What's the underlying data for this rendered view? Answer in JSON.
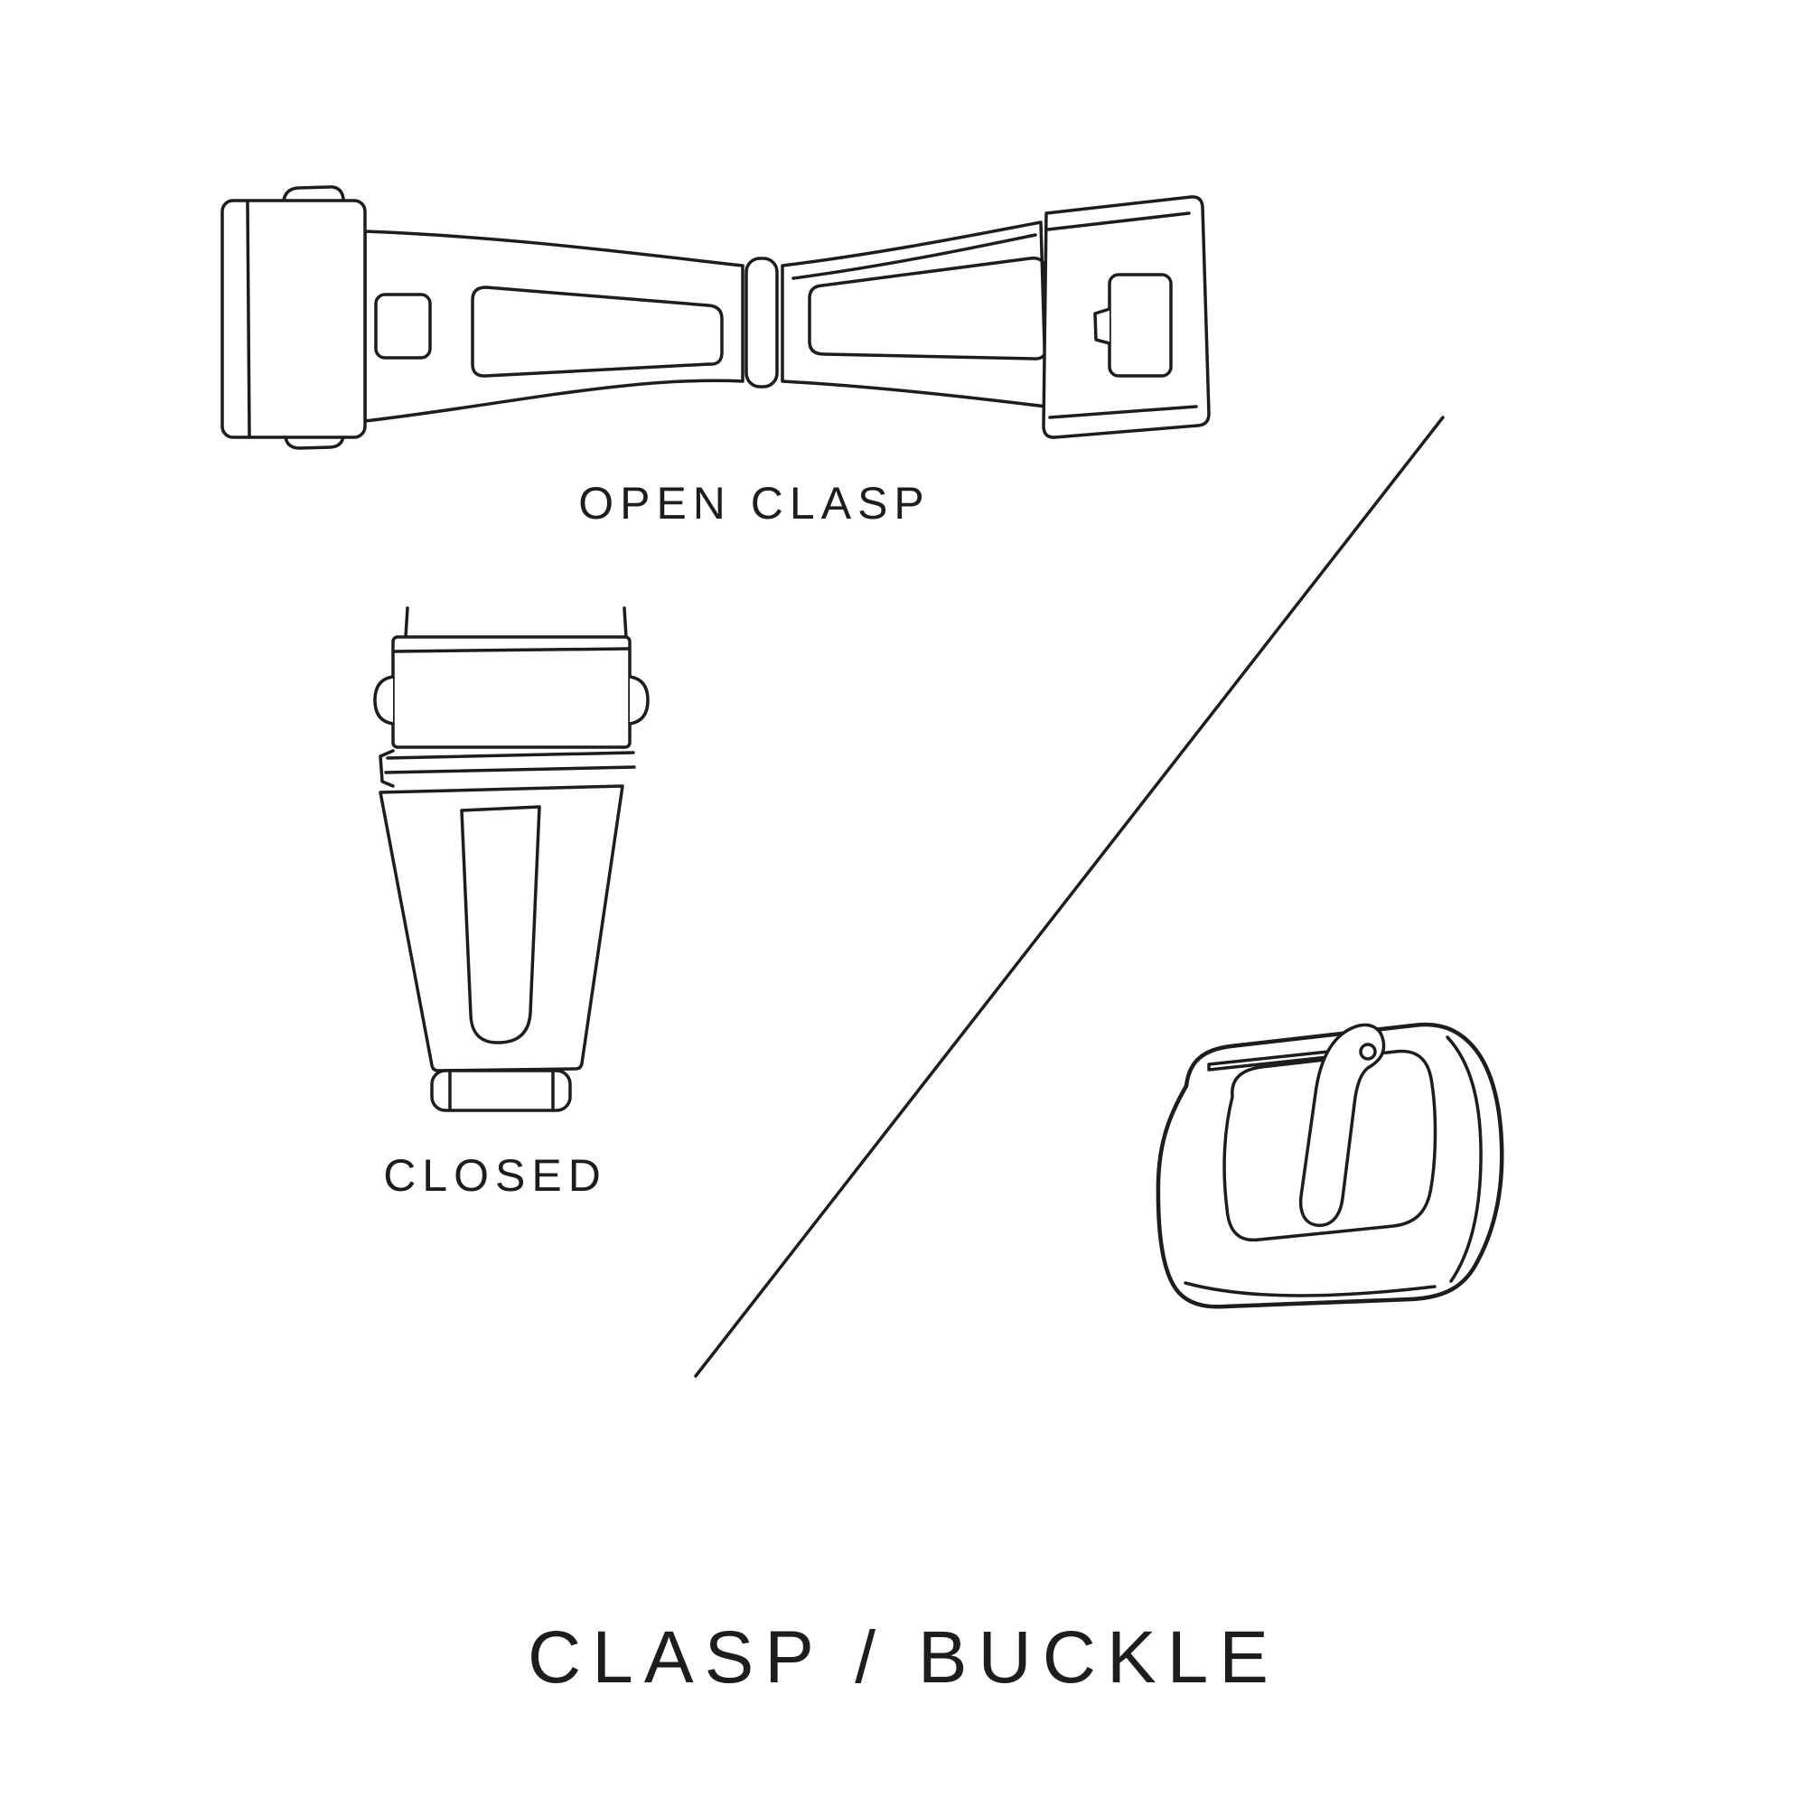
{
  "page": {
    "background": "#ffffff",
    "ink": "#1d1d1d"
  },
  "diagram": {
    "title": "CLASP / BUCKLE",
    "figures": {
      "open_clasp": {
        "label": "OPEN CLASP"
      },
      "closed_clasp": {
        "label": "CLOSED"
      },
      "buckle": {
        "label": ""
      }
    }
  }
}
